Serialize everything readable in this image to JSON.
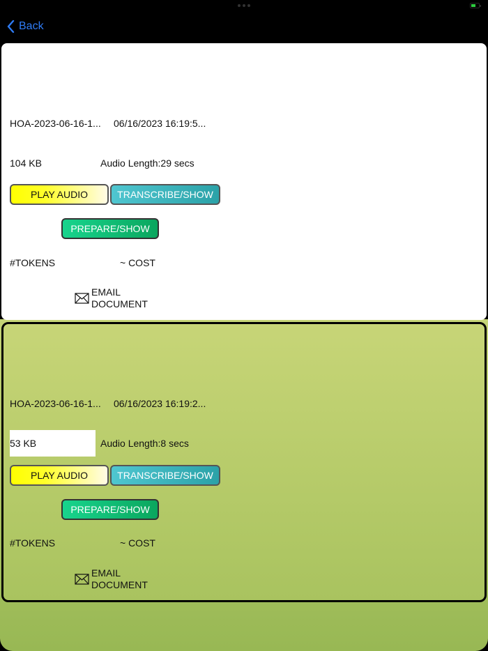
{
  "nav": {
    "back_label": "Back"
  },
  "cards": [
    {
      "filename": "HOA-2023-06-16-1...",
      "datetime": "06/16/2023 16:19:5...",
      "size": "104 KB",
      "audio_length": "Audio Length:29 secs",
      "play_label": "PLAY AUDIO",
      "transcribe_label": "TRANSCRIBE/SHOW",
      "prepare_label": "PREPARE/SHOW",
      "tokens_label": "#TOKENS",
      "cost_label": "~ COST",
      "email_line1": "EMAIL",
      "email_line2": "DOCUMENT"
    },
    {
      "filename": "HOA-2023-06-16-1...",
      "datetime": "06/16/2023 16:19:2...",
      "size": "53 KB",
      "audio_length": "Audio Length:8 secs",
      "play_label": "PLAY AUDIO",
      "transcribe_label": "TRANSCRIBE/SHOW",
      "prepare_label": "PREPARE/SHOW",
      "tokens_label": "#TOKENS",
      "cost_label": "~ COST",
      "email_line1": "EMAIL",
      "email_line2": "DOCUMENT"
    }
  ],
  "colors": {
    "back_link": "#2f7cf6",
    "play_button": "#ffff00",
    "transcribe_button": "#3bb3bb",
    "prepare_button": "#10c078",
    "selected_card_bg": "#b7cb68"
  },
  "icons": {
    "back": "chevron-left-icon",
    "email": "envelope-icon"
  }
}
